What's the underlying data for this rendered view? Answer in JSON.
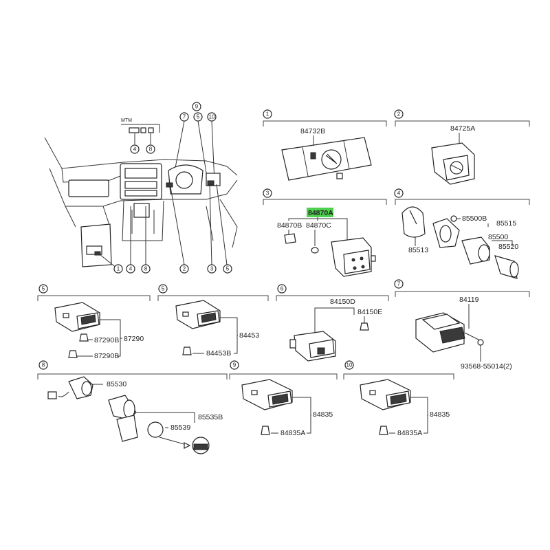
{
  "overview": {
    "mtm_label": "MTM",
    "callouts_bottom": [
      "1",
      "4",
      "8",
      "2",
      "3",
      "5"
    ],
    "callouts_top": [
      "4",
      "8",
      "7",
      "9",
      "5",
      "10"
    ]
  },
  "sections": [
    {
      "num": "1",
      "parts": [
        "84732B"
      ]
    },
    {
      "num": "2",
      "parts": [
        "84725A"
      ]
    },
    {
      "num": "3",
      "parts": [
        "84870A",
        "84870B",
        "84870C"
      ],
      "highlight": "84870A",
      "highlight_color": "#4fd14f"
    },
    {
      "num": "4",
      "parts": [
        "85500B",
        "85515",
        "85513",
        "85500",
        "85520"
      ]
    },
    {
      "num": "5",
      "parts": [
        "87290B",
        "87290"
      ]
    },
    {
      "num": "5",
      "parts": [
        "84453",
        "84453B"
      ]
    },
    {
      "num": "6",
      "parts": [
        "84150D",
        "84150E"
      ]
    },
    {
      "num": "7",
      "parts": [
        "84119",
        "93568-55014(2)"
      ]
    },
    {
      "num": "8",
      "parts": [
        "85530",
        "85535B",
        "85539"
      ]
    },
    {
      "num": "9",
      "parts": [
        "84835",
        "84835A"
      ]
    },
    {
      "num": "10",
      "parts": [
        "84835",
        "84835A"
      ]
    }
  ]
}
